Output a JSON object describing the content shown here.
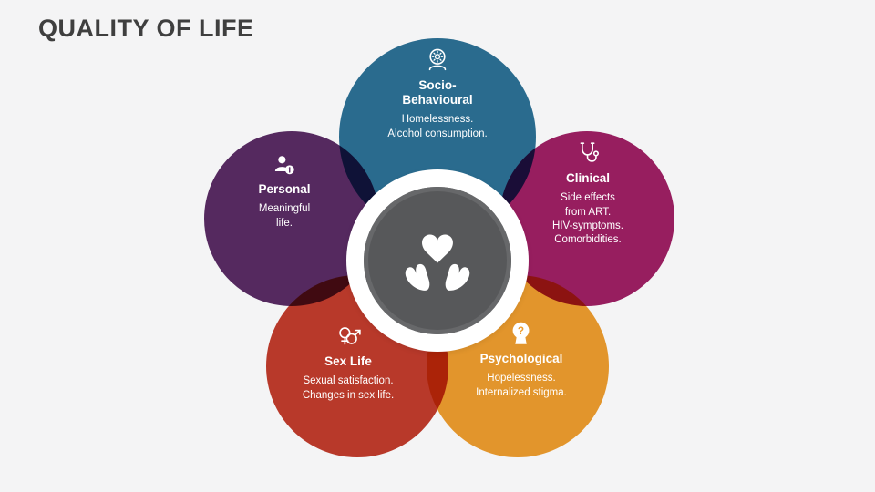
{
  "page": {
    "title": "QUALITY OF LIFE",
    "title_color": "#3f3f3f",
    "background": "#f4f4f5"
  },
  "center": {
    "icon": "heart-in-hands",
    "circle_color": "#57585a",
    "ring_color": "#ffffff"
  },
  "petals": [
    {
      "name": "socio-behavioural",
      "title": "Socio-Behavioural",
      "body_lines": [
        "Homelessness.",
        "Alcohol consumption."
      ],
      "color": "#2C7094",
      "icon": "head-gear-icon"
    },
    {
      "name": "clinical",
      "title": "Clinical",
      "body_lines": [
        "Side effects",
        "from ART.",
        "HIV-symptoms.",
        "Comorbidities."
      ],
      "color": "#9E1F63",
      "icon": "stethoscope-icon"
    },
    {
      "name": "psychological",
      "title": "Psychological",
      "body_lines": [
        "Hopelessness.",
        "Internalized stigma."
      ],
      "color": "#ED9C2D",
      "icon": "head-question-icon"
    },
    {
      "name": "sex-life",
      "title": "Sex Life",
      "body_lines": [
        "Sexual satisfaction.",
        "Changes in sex life."
      ],
      "color": "#C13B2B",
      "icon": "gender-symbols-icon"
    },
    {
      "name": "personal",
      "title": "Personal",
      "body_lines": [
        "Meaningful",
        "life."
      ],
      "color": "#592A63",
      "icon": "person-info-icon"
    }
  ]
}
